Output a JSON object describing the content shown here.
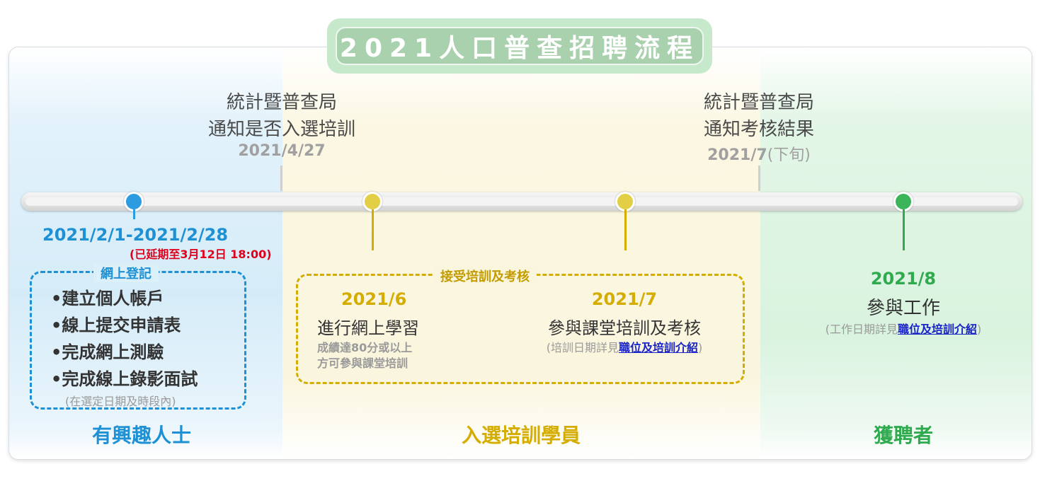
{
  "title": "2021人口普查招聘流程",
  "top_notes": {
    "left": {
      "line1": "統計暨普查局",
      "line2": "通知是否入選培訓",
      "date": "2021/4/27"
    },
    "right": {
      "line1": "統計暨普查局",
      "line2": "通知考核結果",
      "date": "2021/7",
      "date_suffix": "(下旬)"
    }
  },
  "stage1": {
    "date": "2021/2/1-2021/2/28",
    "extension": "(已延期至3月12日 18:00)",
    "box_label": "網上登記",
    "items": [
      "•建立個人帳戶",
      "•線上提交申請表",
      "•完成網上測驗",
      "•完成線上錄影面試"
    ],
    "note": "(在選定日期及時段內)",
    "footer": "有興趣人士"
  },
  "stage2": {
    "box_label": "接受培訓及考核",
    "left": {
      "date": "2021/6",
      "title": "進行網上學習",
      "note1": "成績達80分或以上",
      "note2": "方可參與課堂培訓"
    },
    "right": {
      "date": "2021/7",
      "title": "參與課堂培訓及考核",
      "note_prefix": "(培訓日期詳見",
      "link": "職位及培訓介紹",
      "note_suffix": ")"
    },
    "footer": "入選培訓學員"
  },
  "stage3": {
    "date": "2021/8",
    "title": "參與工作",
    "note_prefix": "(工作日期詳見",
    "link": "職位及培訓介紹",
    "note_suffix": ")",
    "footer": "獲聘者"
  },
  "colors": {
    "blue": "#1e90d4",
    "yellow": "#d4ad00",
    "green": "#2faa4e",
    "red": "#e0001b",
    "title_bg": "#a9d1ad"
  }
}
